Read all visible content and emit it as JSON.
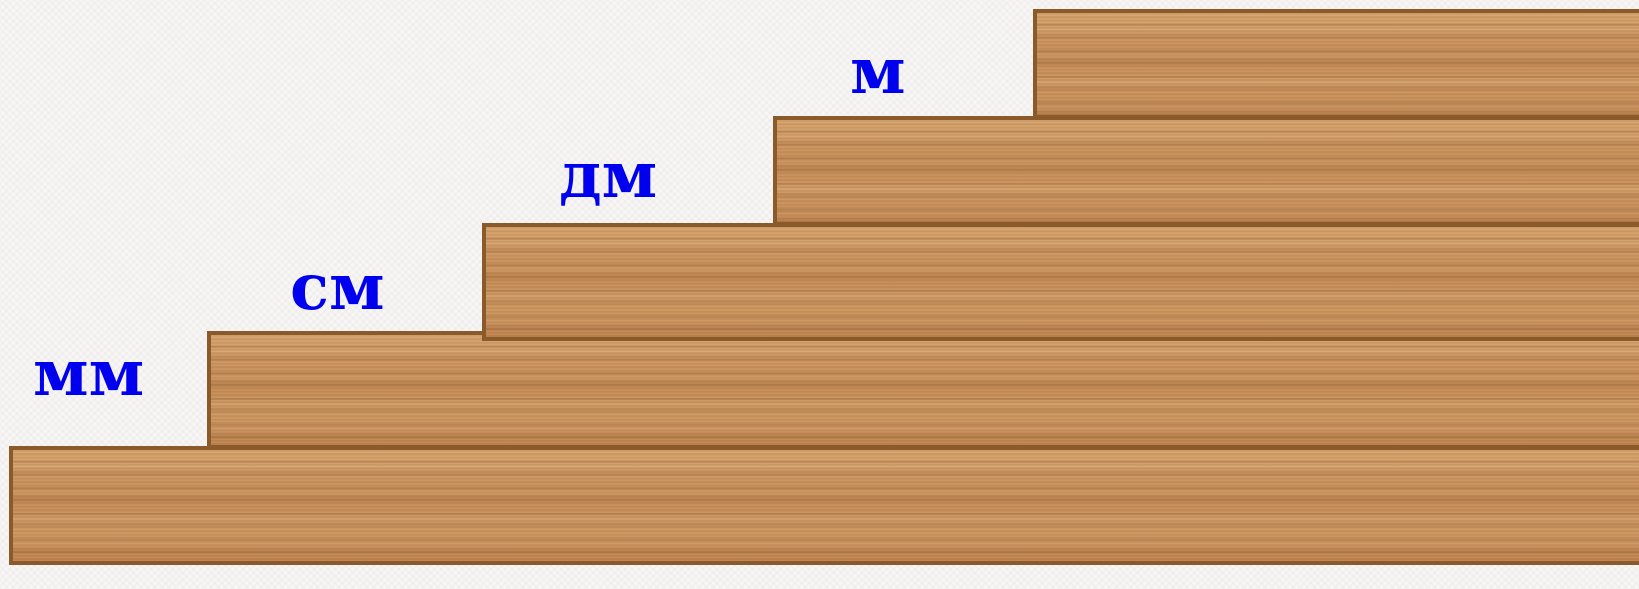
{
  "diagram": {
    "steps": [
      {
        "label": "мм"
      },
      {
        "label": "см"
      },
      {
        "label": "дм"
      },
      {
        "label": "м"
      }
    ]
  },
  "colors": {
    "label_text": "#0000ee",
    "wood_base": "#c9935e",
    "wood_edge": "#8a5a2a",
    "background": "#f7f6f5"
  }
}
